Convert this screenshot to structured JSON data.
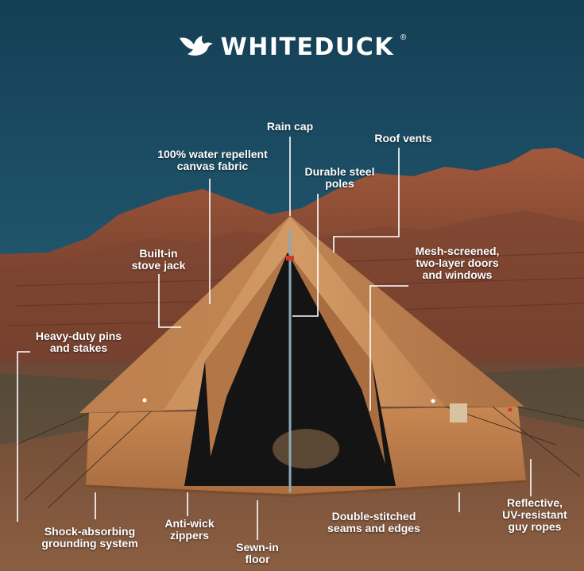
{
  "brand": {
    "name": "WHITEDUCK",
    "trademark": "®",
    "logo_icon": "duck-icon"
  },
  "callouts": {
    "rain_cap": "Rain cap",
    "roof_vents": "Roof vents",
    "water_repellent": [
      "100% water repellent",
      "canvas fabric"
    ],
    "steel_poles": [
      "Durable steel",
      "poles"
    ],
    "stove_jack": [
      "Built-in",
      "stove jack"
    ],
    "mesh_doors": [
      "Mesh-screened,",
      "two-layer doors",
      "and windows"
    ],
    "pins_stakes": [
      "Heavy-duty pins",
      "and stakes"
    ],
    "shock_absorbing": [
      "Shock-absorbing",
      "grounding system"
    ],
    "anti_wick": [
      "Anti-wick",
      "zippers"
    ],
    "sewn_in_floor": [
      "Sewn-in",
      "floor"
    ],
    "double_stitched": [
      "Double-stitched",
      "seams and edges"
    ],
    "guy_ropes": [
      "Reflective,",
      "UV-resistant",
      "guy ropes"
    ]
  },
  "colors": {
    "sky_top": "#143f55",
    "sky_bottom": "#2a6a82",
    "rock": "#8c4f38",
    "ground": "#7a5138",
    "canvas": "#c98a55",
    "label_text": "#ffffff"
  }
}
